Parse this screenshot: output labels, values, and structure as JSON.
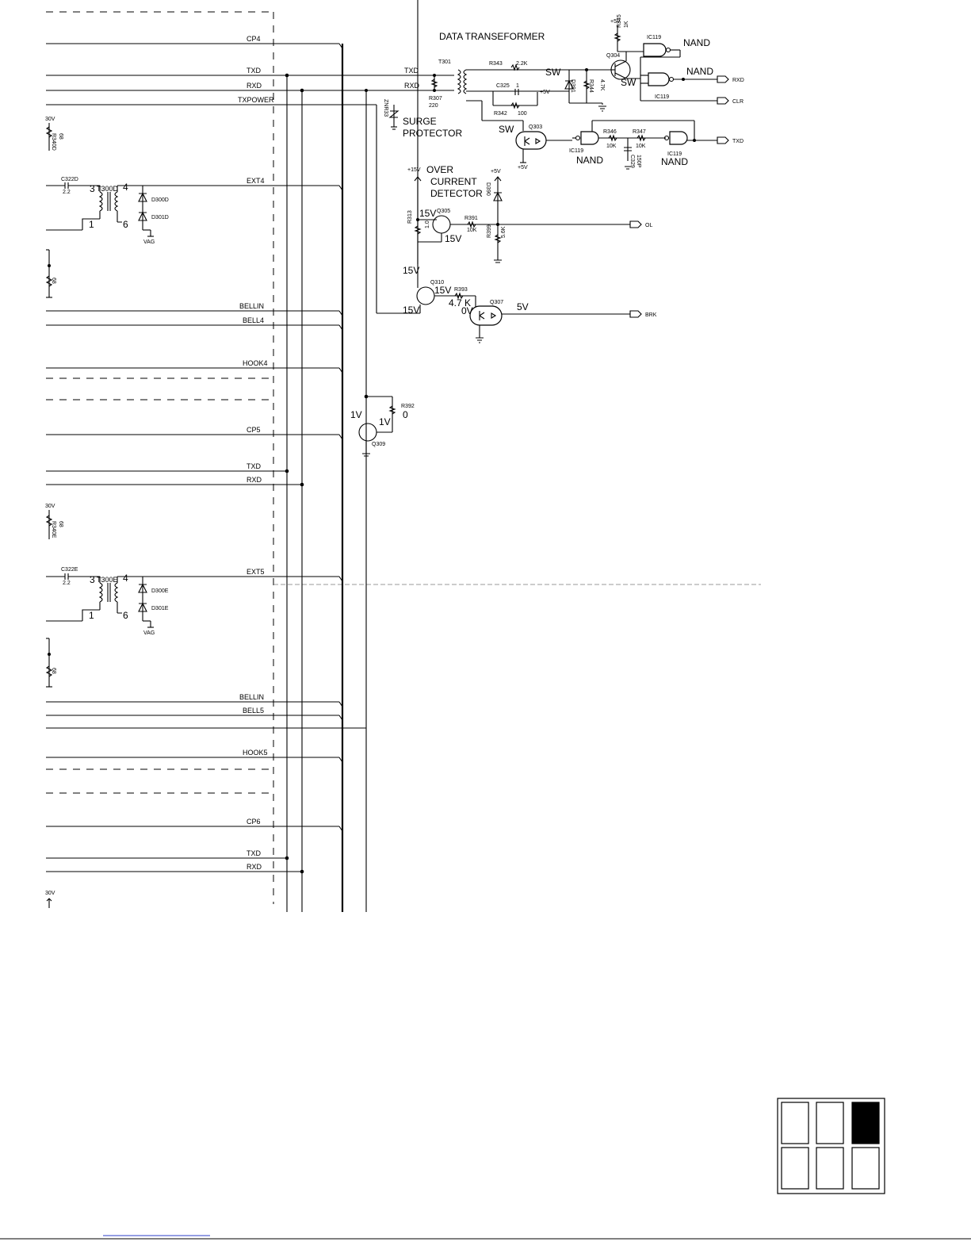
{
  "title": "DATA TRANSEFORMER",
  "nets": {
    "cp4": "CP4",
    "txd": "TXD",
    "rxd": "RXD",
    "txpower": "TXPOWER",
    "ext4": "EXT4",
    "bellin": "BELLIN",
    "bell4": "BELL4",
    "hook4": "HOOK4",
    "cp5": "CP5",
    "ext5": "EXT5",
    "bell5": "BELL5",
    "hook5": "HOOK5",
    "cp6": "CP6"
  },
  "components": {
    "t301": "T301",
    "r343": "R343",
    "r343_val": "2.2K",
    "r307": "R307",
    "r307_val": "220",
    "c325": "C325",
    "c325_val": "1",
    "r342": "R342",
    "r342_val": "100",
    "znr33": "ZNR33",
    "d391": "D391",
    "r344": "R344",
    "r344_val": "4.7K",
    "q304": "Q304",
    "r345": "R345",
    "r345_val": "1K",
    "ic119": "IC119",
    "q303": "Q303",
    "r346": "R346",
    "r346_val": "10K",
    "r347": "R347",
    "r347_val": "10K",
    "c329": "C329",
    "c329_val": "150P",
    "q305": "Q305",
    "r313": "R313",
    "r313_val": "1.0",
    "r391": "R391",
    "r391_val": "10K",
    "d390": "D390",
    "r399": "R399",
    "r399_val": "5.6K",
    "q310": "Q310",
    "r393": "R393",
    "r393_val": "4.7 K",
    "q307": "Q307",
    "r392": "R392",
    "r392_val": "0",
    "q309": "Q309",
    "r340d": "R340D",
    "r340d_val": "68",
    "c322d": "C322D",
    "c322d_val": "2.2",
    "t300d": "T300D",
    "d300d": "D300D",
    "d301d": "D301D",
    "vag": "VAG",
    "r340e": "R340E",
    "r340e_val": "68",
    "c322e": "C322E",
    "c322e_val": "2.2",
    "t300e": "T300E",
    "d300e": "D300E",
    "d301e": "D301E",
    "r68": "68"
  },
  "labels": {
    "nand": "NAND",
    "sw": "SW",
    "surge1": "SURGE",
    "surge2": "PROTECTOR",
    "over1": "OVER",
    "over2": "CURRENT",
    "over3": "DETECTOR",
    "v5p": "+5V",
    "v15p": "+15V",
    "v15": "15V",
    "v1": "1V",
    "v0": "0V",
    "v5": "5V",
    "v30": "30V",
    "pin1": "1",
    "pin3": "3",
    "pin4": "4",
    "pin6": "6"
  },
  "ports": {
    "rxd": "RXD",
    "clr": "CLR",
    "txd": "TXD",
    "ol": "OL",
    "brk": "BRK"
  },
  "page_grid": {
    "rows": 2,
    "cols": 3,
    "highlighted_cell": 3
  }
}
